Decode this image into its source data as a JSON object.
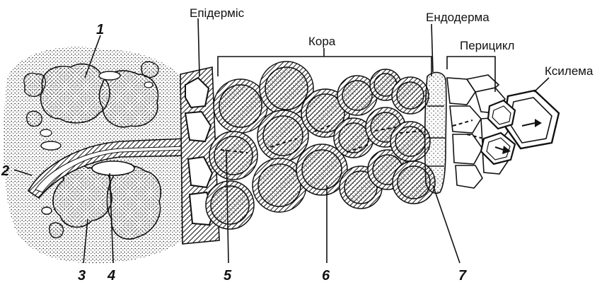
{
  "labels": {
    "epidermis": "Епідерміс",
    "cortex": "Кора",
    "endoderm": "Ендодерма",
    "pericycle": "Перицикл",
    "xylem": "Ксилема"
  },
  "numbers": {
    "n1": "1",
    "n2": "2",
    "n3": "3",
    "n4": "4",
    "n5": "5",
    "n6": "6",
    "n7": "7"
  },
  "colors": {
    "ink": "#111111",
    "soil_dots": "#333333",
    "background": "#ffffff"
  }
}
